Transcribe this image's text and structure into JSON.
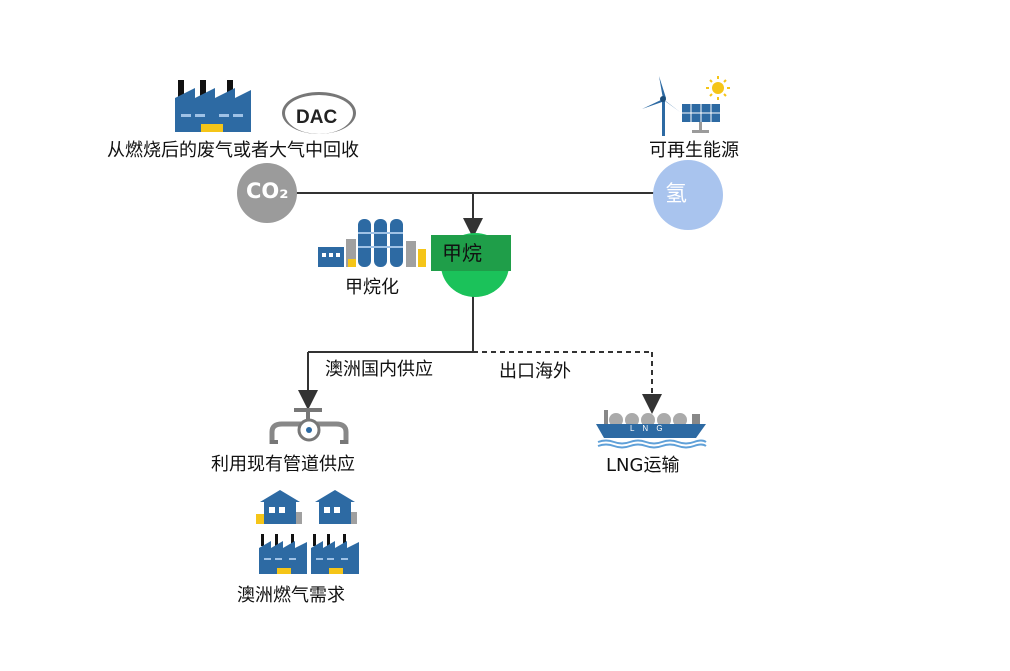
{
  "colors": {
    "factory_blue": "#2d6aa3",
    "accent_yellow": "#f5c518",
    "co2_gray": "#9b9b9b",
    "hydrogen_blue": "#a9c4ee",
    "methane_green": "#1bc25a",
    "methane_label_bg": "#1f9e49",
    "line": "#333333"
  },
  "capture": {
    "dac_label": "DAC",
    "source_label": "从燃烧后的废气或者大气中回收",
    "co2_label": "CO₂"
  },
  "renewable": {
    "label": "可再生能源",
    "hydrogen_label": "氢"
  },
  "methanation": {
    "label": "甲烷化",
    "methane_label": "甲烷"
  },
  "branches": {
    "domestic_label": "澳洲国内供应",
    "export_label": "出口海外"
  },
  "pipeline": {
    "label": "利用现有管道供应"
  },
  "lng": {
    "label": "LNG运输",
    "ship_text": "L N G"
  },
  "demand": {
    "label": "澳洲燃气需求"
  }
}
